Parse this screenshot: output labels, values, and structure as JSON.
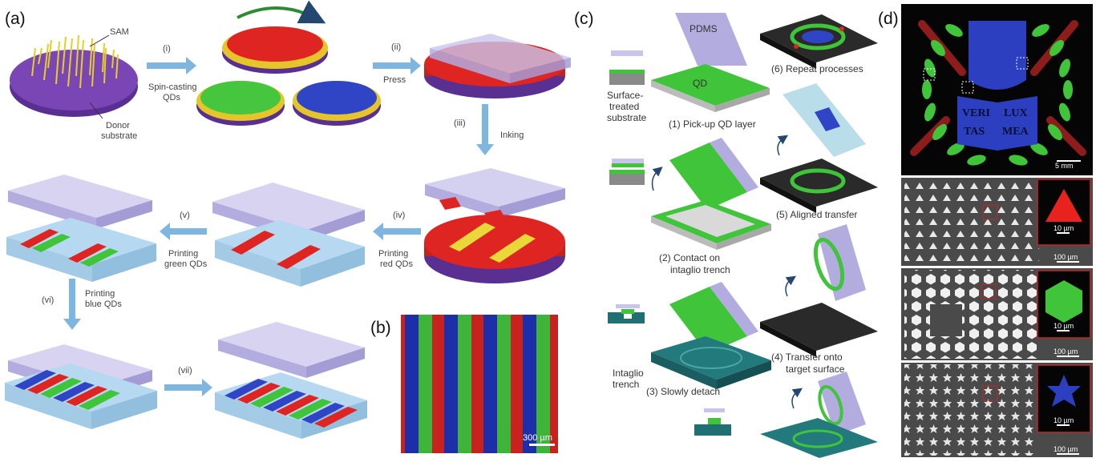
{
  "panels": {
    "a": "(a)",
    "b": "(b)",
    "c": "(c)",
    "d": "(d)"
  },
  "panel_a": {
    "sam": "SAM",
    "donor": [
      "Donor",
      "substrate"
    ],
    "step_i": "(i)",
    "spin": [
      "Spin-casting",
      "QDs"
    ],
    "step_ii": "(ii)",
    "press": "Press",
    "step_iii": "(iii)",
    "inking": "Inking",
    "step_iv": "(iv)",
    "print_red": [
      "Printing",
      "red QDs"
    ],
    "step_v": "(v)",
    "print_green": [
      "Printing",
      "green QDs"
    ],
    "step_vi": "(vi)",
    "print_blue": [
      "Printing",
      "blue QDs"
    ],
    "step_vii": "(vii)"
  },
  "panel_b": {
    "scale": "300 µm"
  },
  "panel_c": {
    "pdms": "PDMS",
    "qd": "QD",
    "surface": [
      "Surface-",
      "treated",
      "substrate"
    ],
    "step1": "(1) Pick-up QD layer",
    "step2": [
      "(2)  Contact on",
      "intaglio trench"
    ],
    "trench": [
      "Intaglio",
      "trench"
    ],
    "step3": "(3) Slowly detach",
    "step4": [
      "(4) Transfer onto",
      "target surface"
    ],
    "step5": "(5) Aligned transfer",
    "step6": "(6) Repeat processes"
  },
  "panel_d": {
    "logo_text": [
      "VERI",
      "LUX",
      "TAS",
      "MEA"
    ],
    "scale_top": "5 mm",
    "scale_100": "100 µm",
    "scale_10": "10 µm"
  },
  "colors": {
    "red": "#e8231e",
    "green": "#3fc43a",
    "blue": "#2b3fc0",
    "purple": "#6a3fa0",
    "yellow": "#f2dc3a",
    "arrow": "#7fb6e0",
    "pdms": "#c9c4ec",
    "teal": "#1f6f73"
  }
}
